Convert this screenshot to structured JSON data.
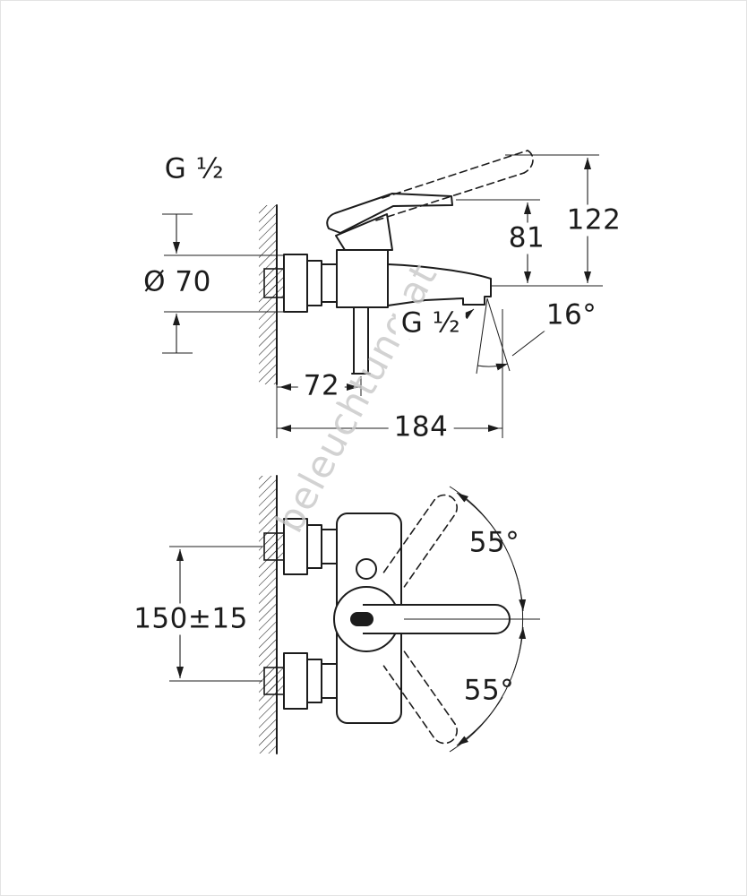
{
  "watermark": {
    "text": "beleuchtung.at"
  },
  "colors": {
    "line": "#1c1c1c",
    "watermark": "#c8c8c8",
    "background": "#ffffff"
  },
  "side_view": {
    "thread_size_top": "G ¹⁄₂",
    "escutcheon_diameter": "Ø 70",
    "height_lever_raised": "122",
    "height_lever": "81",
    "spout_angle": "16°",
    "outlet_thread_size": "G ¹⁄₂",
    "wall_to_outlet": "72",
    "projection": "184"
  },
  "plan_view": {
    "connection_spacing": "150±15",
    "lever_swivel_up": "55°",
    "lever_swivel_down": "55°"
  }
}
